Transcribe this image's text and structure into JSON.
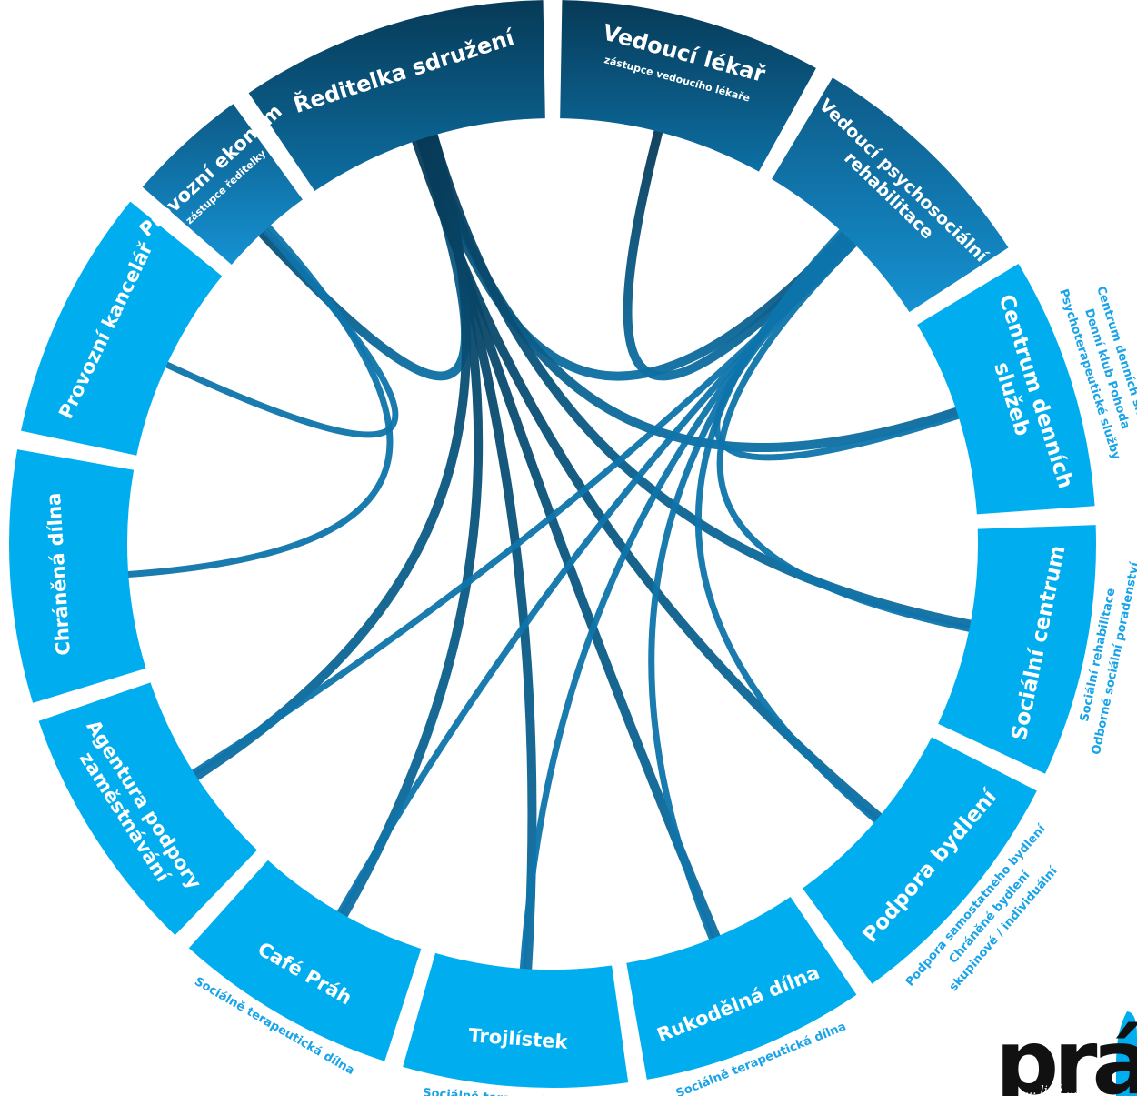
{
  "segments": [
    {
      "id": "reditelka",
      "lines": [
        "Ředitelka sdružení"
      ],
      "sub": "",
      "color": "#073a57"
    },
    {
      "id": "vedouci-lekar",
      "lines": [
        "Vedoucí lékař"
      ],
      "sub": "zástupce vedoucího lékaře",
      "color": "#073a57"
    },
    {
      "id": "vedouci-psycho",
      "lines": [
        "Vedoucí psychosociální",
        "rehabilitace"
      ],
      "sub": "",
      "color": "#0f6d9d"
    },
    {
      "id": "centrum-dennich",
      "lines": [
        "Centrum denních",
        "služeb"
      ],
      "sub": "",
      "color": "#00aeef"
    },
    {
      "id": "socialni-centrum",
      "lines": [
        "Sociální centrum"
      ],
      "sub": "",
      "color": "#00aeef"
    },
    {
      "id": "podpora-bydleni",
      "lines": [
        "Podpora bydlení"
      ],
      "sub": "",
      "color": "#00aeef"
    },
    {
      "id": "rukodelna",
      "lines": [
        "Rukodělná dílna"
      ],
      "sub": "",
      "color": "#00aeef"
    },
    {
      "id": "trojlistek",
      "lines": [
        "Trojlístek"
      ],
      "sub": "",
      "color": "#00aeef"
    },
    {
      "id": "cafe-prah",
      "lines": [
        "Café Práh"
      ],
      "sub": "",
      "color": "#00aeef"
    },
    {
      "id": "agentura",
      "lines": [
        "Agentura podpory",
        "zaměstnávání"
      ],
      "sub": "",
      "color": "#00aeef"
    },
    {
      "id": "chranena-dilna",
      "lines": [
        "Chráněná dílna"
      ],
      "sub": "",
      "color": "#00aeef"
    },
    {
      "id": "provozni-kancelar",
      "lines": [
        "Provozní kancelář"
      ],
      "sub": "",
      "color": "#00aeef"
    },
    {
      "id": "provozni-ekonom",
      "lines": [
        "Provozní ekonom"
      ],
      "sub": "zástupce ředitelky",
      "color": "#0f6d9d"
    }
  ],
  "side_labels": {
    "centrum-dennich": [
      "Psychoterapeutické služby",
      "Denní klub Pohoda",
      "Centrum denních služeb"
    ],
    "socialni-centrum": [
      "Sociální rehabilitace",
      "Odborné sociální poradenství"
    ],
    "podpora-bydleni": [
      "Podpora samostatného bydlení",
      "Chráněné bydlení",
      "skupinové / individuální"
    ],
    "rukodelna": [
      "Sociálně terapeutická dílna"
    ],
    "trojlistek": [
      "Sociálně terapeutická dílna"
    ],
    "cafe-prah": [
      "Sociálně terapeutická dílna"
    ]
  },
  "connections": [
    [
      "reditelka",
      "provozni-ekonom"
    ],
    [
      "reditelka",
      "vedouci-psycho"
    ],
    [
      "reditelka",
      "centrum-dennich"
    ],
    [
      "reditelka",
      "socialni-centrum"
    ],
    [
      "reditelka",
      "podpora-bydleni"
    ],
    [
      "reditelka",
      "rukodelna"
    ],
    [
      "reditelka",
      "trojlistek"
    ],
    [
      "reditelka",
      "cafe-prah"
    ],
    [
      "reditelka",
      "agentura"
    ],
    [
      "vedouci-lekar",
      "vedouci-psycho"
    ],
    [
      "provozni-ekonom",
      "provozni-kancelar"
    ],
    [
      "provozni-ekonom",
      "chranena-dilna"
    ],
    [
      "vedouci-psycho",
      "centrum-dennich"
    ],
    [
      "vedouci-psycho",
      "socialni-centrum"
    ],
    [
      "vedouci-psycho",
      "podpora-bydleni"
    ],
    [
      "vedouci-psycho",
      "rukodelna"
    ],
    [
      "vedouci-psycho",
      "trojlistek"
    ],
    [
      "vedouci-psycho",
      "cafe-prah"
    ],
    [
      "vedouci-psycho",
      "agentura"
    ]
  ],
  "logo": {
    "text": "prá",
    "tagline": "... lidé ..."
  },
  "colors": {
    "dark": "#073a57",
    "mid": "#0f6d9d",
    "light": "#00aeef",
    "side_text": "#1aa3e8"
  }
}
